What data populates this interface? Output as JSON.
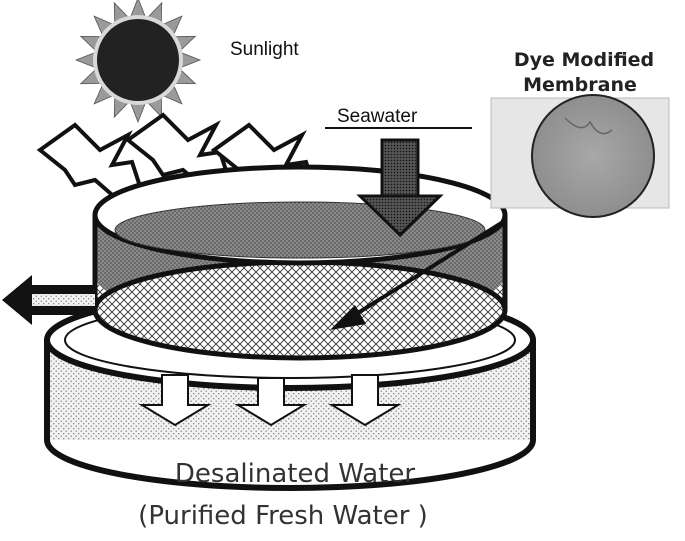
{
  "labels": {
    "sunlight": "Sunlight",
    "seawater": "Seawater",
    "membrane_line1": "Dye Modified",
    "membrane_line2": "Membrane",
    "caption_line1": "Desalinated Water",
    "caption_line2": "(Purified Fresh Water )"
  },
  "icons": {
    "sun": "sun-icon",
    "lightning": "lightning-bolt-icon",
    "arrow_down": "arrow-down-icon",
    "arrow_left": "arrow-left-icon"
  },
  "colors": {
    "outline": "#111111",
    "water_dark": "#7a7a7a",
    "water_light": "#d9d9d9",
    "membrane_photo": "#9d9d9d"
  }
}
